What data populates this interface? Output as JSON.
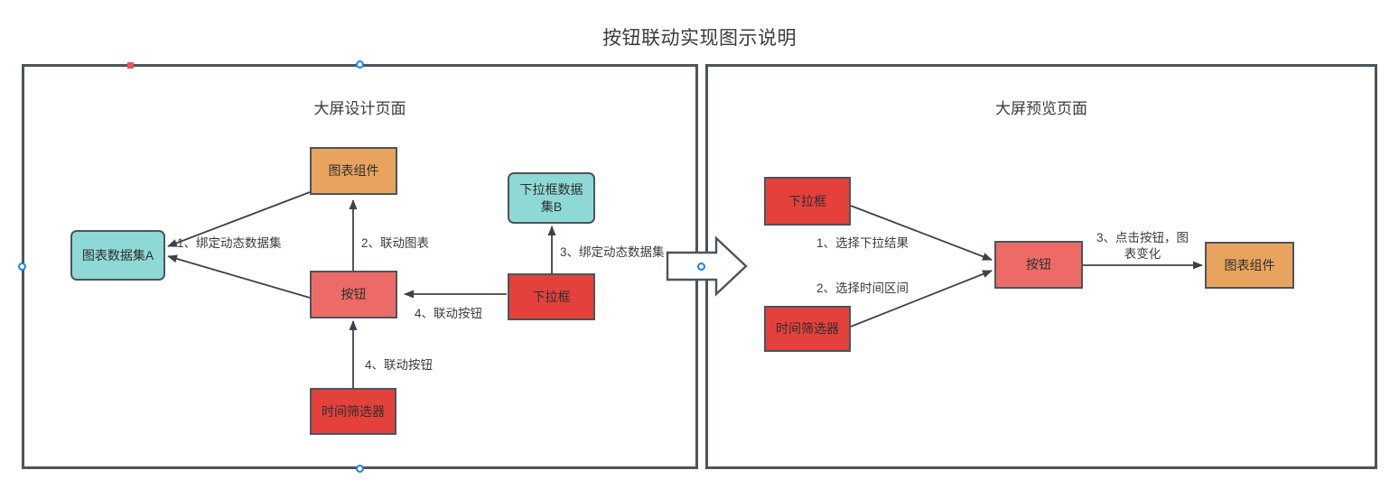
{
  "title": "按钮联动实现图示说明",
  "colors": {
    "border": "#4c545c",
    "orange": "#e8a45e",
    "teal": "#8ed9d6",
    "red_dark": "#e4413c",
    "red_light": "#ec6b66",
    "handle_blue": "#1a84e8",
    "handle_red": "#e8564e",
    "text": "#3b3b3b",
    "canvas": "#ffffff"
  },
  "panels": [
    {
      "id": "design",
      "title": "大屏设计页面",
      "nodes": [
        {
          "name": "chart-dataset-a",
          "label": "图表数据集A",
          "shape": "rounded",
          "fill": "teal"
        },
        {
          "name": "chart-component",
          "label": "图表组件",
          "shape": "rect",
          "fill": "orange"
        },
        {
          "name": "dropdown-dataset-b",
          "label": "下拉框数据\n集B",
          "shape": "rounded",
          "fill": "teal"
        },
        {
          "name": "button",
          "label": "按钮",
          "shape": "rect",
          "fill": "red_light"
        },
        {
          "name": "dropdown",
          "label": "下拉框",
          "shape": "rect",
          "fill": "red_dark"
        },
        {
          "name": "time-filter",
          "label": "时间筛选器",
          "shape": "rect",
          "fill": "red_dark"
        }
      ],
      "edges": [
        {
          "name": "edge-bind-dynamic-dataset-1",
          "label": "1、绑定动态数据集"
        },
        {
          "name": "edge-link-chart",
          "label": "2、联动图表"
        },
        {
          "name": "edge-bind-dynamic-dataset-3",
          "label": "3、绑定动态数据集"
        },
        {
          "name": "edge-link-button-dropdown",
          "label": "4、联动按钮"
        },
        {
          "name": "edge-link-button-timefilter",
          "label": "4、联动按钮"
        }
      ]
    },
    {
      "id": "preview",
      "title": "大屏预览页面",
      "nodes": [
        {
          "name": "dropdown",
          "label": "下拉框",
          "shape": "rect",
          "fill": "red_dark"
        },
        {
          "name": "time-filter",
          "label": "时间筛选器",
          "shape": "rect",
          "fill": "red_dark"
        },
        {
          "name": "button",
          "label": "按钮",
          "shape": "rect",
          "fill": "red_light"
        },
        {
          "name": "chart-component",
          "label": "图表组件",
          "shape": "rect",
          "fill": "orange"
        }
      ],
      "edges": [
        {
          "name": "edge-select-dropdown-result",
          "label": "1、选择下拉结果"
        },
        {
          "name": "edge-select-time-range",
          "label": "2、选择时间区间"
        },
        {
          "name": "edge-click-button-chart",
          "label": "3、点击按钮，图\n表变化"
        }
      ]
    }
  ],
  "connector": {
    "name": "block-arrow-right",
    "icon": "arrow-right-icon"
  },
  "selection_handles": [
    {
      "name": "handle-top-left-square",
      "type": "square"
    },
    {
      "name": "handle-top-center",
      "type": "circle"
    },
    {
      "name": "handle-middle-left",
      "type": "circle"
    },
    {
      "name": "handle-bottom-center",
      "type": "circle"
    },
    {
      "name": "handle-divider-center",
      "type": "circle"
    }
  ]
}
